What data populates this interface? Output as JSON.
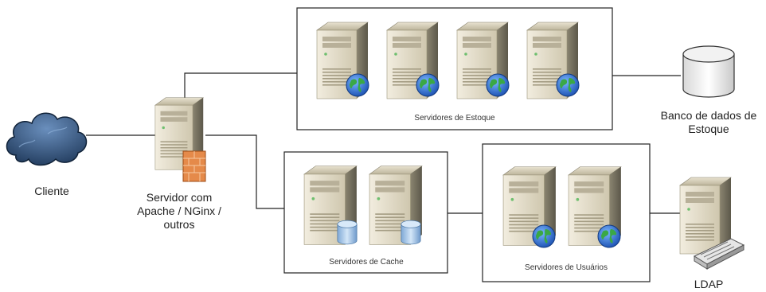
{
  "nodes": {
    "cliente": {
      "label": "Cliente"
    },
    "proxy": {
      "label_lines": [
        "Servidor com",
        "Apache / NGinx /",
        "outros"
      ]
    },
    "db": {
      "label_lines": [
        "Banco de dados de",
        "Estoque"
      ]
    },
    "ldap": {
      "label": "LDAP"
    }
  },
  "groups": {
    "estoque": {
      "label": "Servidores de Estoque"
    },
    "cache": {
      "label": "Servidores de Cache"
    },
    "usuarios": {
      "label": "Servidores de Usuários"
    }
  },
  "colors": {
    "line": "#222222",
    "server_body": "#d9d2bd",
    "globe_blue": "#2a6fd0",
    "globe_green": "#3aa845",
    "cylinder": "#a8c8e8",
    "cloud": "#2b4a6e",
    "firewall": "#e58a4a"
  },
  "icons": {
    "client": "cloud-icon",
    "server": "server-icon",
    "web": "globe-icon",
    "cache": "cylinder-icon",
    "firewall": "firewall-icon",
    "database": "database-icon",
    "directory": "ldap-device-icon"
  }
}
